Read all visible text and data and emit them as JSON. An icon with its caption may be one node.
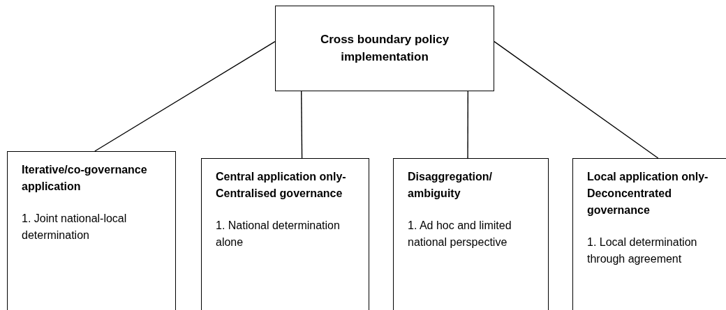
{
  "diagram": {
    "nodes": [
      {
        "text": [
          "Cross boundary policy implementation"
        ]
      },
      {
        "text": [
          "Iterative/co-governance application",
          "1. Joint national-local determination"
        ]
      },
      {
        "text": [
          "Central application only-Centralised governance",
          "1. National determination alone"
        ]
      },
      {
        "text": [
          "Disaggregation/ ambiguity",
          "1. Ad hoc and limited national perspective"
        ]
      },
      {
        "text": [
          "Local application only-Deconcentrated governance",
          "1. Local determination through agreement"
        ]
      }
    ],
    "edges": [
      {
        "from": 0,
        "to": 1,
        "arrow": "none"
      },
      {
        "from": 0,
        "to": 2,
        "arrow": "none"
      },
      {
        "from": 0,
        "to": 3,
        "arrow": "none"
      },
      {
        "from": 0,
        "to": 4,
        "arrow": "none"
      }
    ]
  }
}
